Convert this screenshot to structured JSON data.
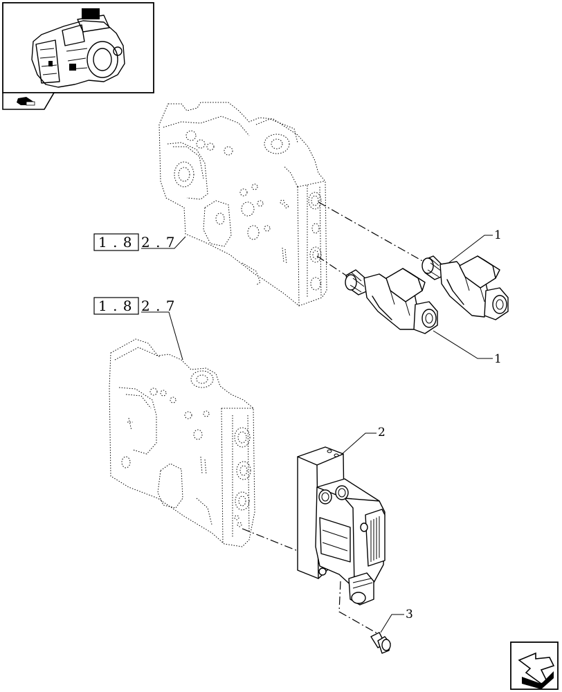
{
  "references": {
    "upper": {
      "box": "1 . 8",
      "suffix": "2 . 7"
    },
    "lower": {
      "box": "1 . 8",
      "suffix": "2 . 7"
    }
  },
  "callouts": {
    "solenoid_upper": "1",
    "solenoid_lower": "1",
    "module": "2",
    "screw": "3"
  },
  "icons": {
    "thumbnail": "tractor-transmission-thumbnail-icon",
    "page_flag": "page-marker-icon",
    "nav": "next-page-arrow-icon"
  }
}
